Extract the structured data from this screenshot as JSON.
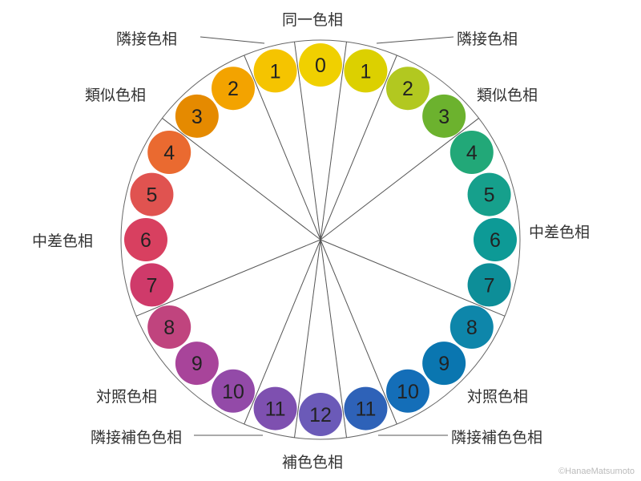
{
  "labels": {
    "top": "同一色相",
    "adjacent_left": "隣接色相",
    "adjacent_right": "隣接色相",
    "similar_left": "類似色相",
    "similar_right": "類似色相",
    "medium_left": "中差色相",
    "medium_right": "中差色相",
    "contrast_left": "対照色相",
    "contrast_right": "対照色相",
    "adj_comp_left": "隣接補色色相",
    "adj_comp_right": "隣接補色色相",
    "complement": "補色色相"
  },
  "credit": "©HanaeMatsumoto",
  "hues": [
    {
      "num": "0",
      "color": "#f0d000"
    },
    {
      "num": "1",
      "color": "#dcd000"
    },
    {
      "num": "2",
      "color": "#b2c820"
    },
    {
      "num": "3",
      "color": "#6cb22e"
    },
    {
      "num": "4",
      "color": "#22a878"
    },
    {
      "num": "5",
      "color": "#16a08c"
    },
    {
      "num": "6",
      "color": "#0d9a96"
    },
    {
      "num": "7",
      "color": "#0d8e98"
    },
    {
      "num": "8",
      "color": "#0e86aa"
    },
    {
      "num": "9",
      "color": "#0a76b0"
    },
    {
      "num": "10",
      "color": "#146eb8"
    },
    {
      "num": "11",
      "color": "#2e62b8"
    },
    {
      "num": "12",
      "color": "#6b5ab8"
    },
    {
      "num": "11",
      "color": "#7e50b0"
    },
    {
      "num": "10",
      "color": "#934aa8"
    },
    {
      "num": "9",
      "color": "#a8449a"
    },
    {
      "num": "8",
      "color": "#c0447e"
    },
    {
      "num": "7",
      "color": "#cf3a6a"
    },
    {
      "num": "6",
      "color": "#d84060"
    },
    {
      "num": "5",
      "color": "#e05350"
    },
    {
      "num": "4",
      "color": "#ea6a30"
    },
    {
      "num": "3",
      "color": "#e58a00"
    },
    {
      "num": "2",
      "color": "#f3a300"
    },
    {
      "num": "1",
      "color": "#f5c400"
    }
  ]
}
